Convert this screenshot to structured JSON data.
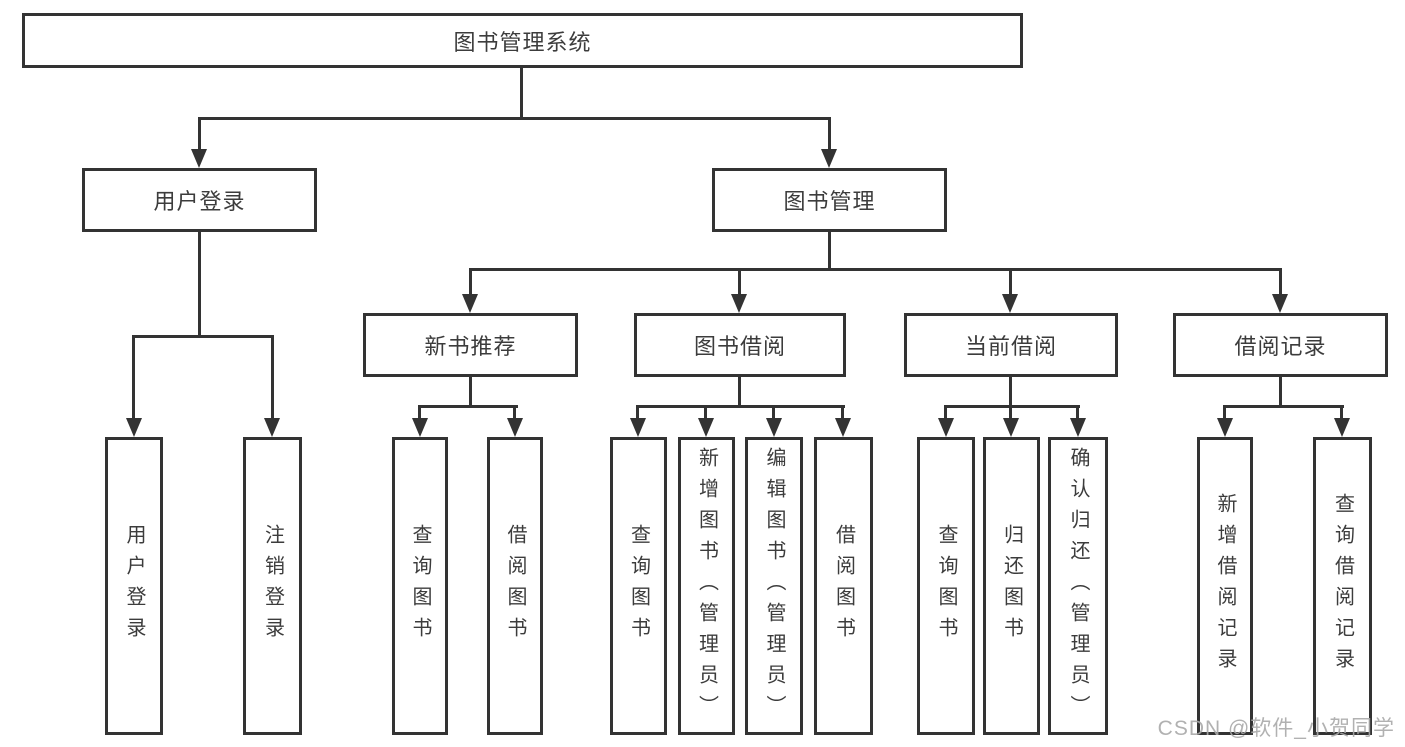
{
  "diagram": {
    "root": {
      "label": "图书管理系统"
    },
    "level2": [
      {
        "label": "用户登录"
      },
      {
        "label": "图书管理"
      }
    ],
    "level3": [
      {
        "label": "新书推荐"
      },
      {
        "label": "图书借阅"
      },
      {
        "label": "当前借阅"
      },
      {
        "label": "借阅记录"
      }
    ],
    "leaves": {
      "user_login": [
        {
          "label": "用户登录"
        },
        {
          "label": "注销登录"
        }
      ],
      "new_book": [
        {
          "label": "查询图书"
        },
        {
          "label": "借阅图书"
        }
      ],
      "book_borrow": [
        {
          "label": "查询图书"
        },
        {
          "label": "新增图书（管理员）"
        },
        {
          "label": "编辑图书（管理员）"
        },
        {
          "label": "借阅图书"
        }
      ],
      "current_borrow": [
        {
          "label": "查询图书"
        },
        {
          "label": "归还图书"
        },
        {
          "label": "确认归还（管理员）"
        }
      ],
      "borrow_record": [
        {
          "label": "新增借阅记录"
        },
        {
          "label": "查询借阅记录"
        }
      ]
    },
    "watermark": "CSDN @软件_小贺同学",
    "colors": {
      "line": "#333333",
      "text": "#3c3c3c",
      "background": "#ffffff",
      "watermark": "#a8a8a8"
    }
  }
}
